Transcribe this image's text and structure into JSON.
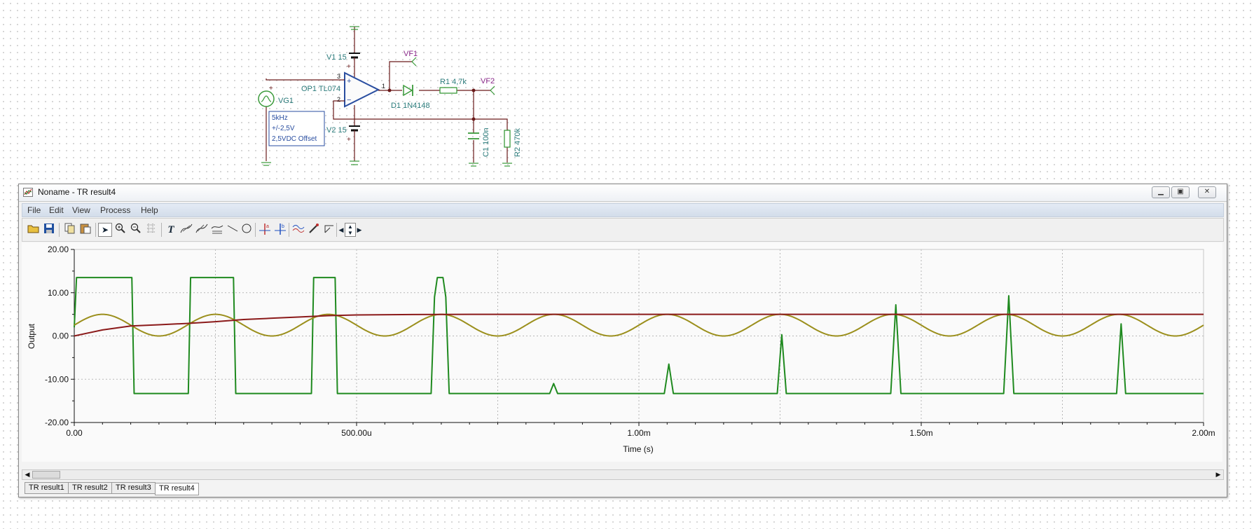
{
  "schematic": {
    "v1_label": "V1 15",
    "v2_label": "V2 15",
    "vf1_label": "VF1",
    "vf2_label": "VF2",
    "opamp_label": "OP1 TL074",
    "vg1_label": "VG1",
    "r1_label": "R1 4,7k",
    "d1_label": "D1 1N4148",
    "c1_label": "C1 100n",
    "r2_label": "R2 470k",
    "pin_3": "3",
    "pin_2": "2",
    "pin_1": "1",
    "plus": "+",
    "generator_note": [
      "5kHz",
      "+/-2,5V",
      "2,5VDC Offset"
    ]
  },
  "window": {
    "title": "Noname - TR result4",
    "menu": [
      "File",
      "Edit",
      "View",
      "Process",
      "Help"
    ],
    "toolbar_icons": [
      "open-icon",
      "save-icon",
      "copy-icon",
      "paste-icon",
      "pointer-icon",
      "zoom-in-icon",
      "zoom-out-icon",
      "grid-icon",
      "text-icon",
      "curve-icon",
      "curve-edit-icon",
      "curve-label-icon",
      "line-icon",
      "circle-icon",
      "cursor-a-icon",
      "cursor-b-icon",
      "wave-icon",
      "pen-icon",
      "axis-icon",
      "arrow-left-icon",
      "arrow-updown-icon",
      "arrow-right-icon"
    ]
  },
  "tabs": [
    {
      "label": "TR result1",
      "active": false
    },
    {
      "label": "TR result2",
      "active": false
    },
    {
      "label": "TR result3",
      "active": false
    },
    {
      "label": "TR result4",
      "active": true
    }
  ],
  "colors": {
    "output_square": "#1f8a1f",
    "input_sine": "#9b8f1c",
    "capacitor_voltage": "#8b1a1a",
    "grid": "#b7b7b7",
    "schematic_wire": "#6a1a1a",
    "schematic_blue": "#2a4ea0",
    "schematic_green": "#3a9a3a",
    "schematic_label": "#2a7a7a",
    "probe_label": "#8a2a8a"
  },
  "chart_data": {
    "type": "line",
    "xlabel": "Time (s)",
    "ylabel": "Output",
    "xlim": [
      0,
      0.002
    ],
    "ylim": [
      -20,
      20
    ],
    "x_ticks": [
      {
        "v": 0,
        "t": "0.00"
      },
      {
        "v": 0.0005,
        "t": "500.00u"
      },
      {
        "v": 0.001,
        "t": "1.00m"
      },
      {
        "v": 0.0015,
        "t": "1.50m"
      },
      {
        "v": 0.002,
        "t": "2.00m"
      }
    ],
    "y_ticks": [
      {
        "v": 20,
        "t": "20.00"
      },
      {
        "v": 10,
        "t": "10.00"
      },
      {
        "v": 0,
        "t": "0.00"
      },
      {
        "v": -10,
        "t": "-10.00"
      },
      {
        "v": -20,
        "t": "-20.00"
      }
    ],
    "grid": true,
    "series": [
      {
        "color": "#1f8a1f",
        "points": [
          [
            0,
            2
          ],
          [
            4e-06,
            13.5
          ],
          [
            0.000102,
            13.5
          ],
          [
            0.000106,
            -13.3
          ],
          [
            0.000202,
            -13.3
          ],
          [
            0.000206,
            13.5
          ],
          [
            0.000282,
            13.5
          ],
          [
            0.000286,
            -13.3
          ],
          [
            0.00042,
            -13.3
          ],
          [
            0.000424,
            13.5
          ],
          [
            0.000462,
            13.5
          ],
          [
            0.000466,
            -13.3
          ],
          [
            0.000632,
            -13.3
          ],
          [
            0.000638,
            9
          ],
          [
            0.000643,
            13.5
          ],
          [
            0.000653,
            13.5
          ],
          [
            0.000658,
            9
          ],
          [
            0.000664,
            -13.3
          ],
          [
            0.000842,
            -13.3
          ],
          [
            0.000849,
            -11
          ],
          [
            0.000856,
            -13.3
          ],
          [
            0.001045,
            -13.3
          ],
          [
            0.001053,
            -6.5
          ],
          [
            0.001061,
            -13.3
          ],
          [
            0.001245,
            -13.3
          ],
          [
            0.001253,
            0.3
          ],
          [
            0.001261,
            -13.3
          ],
          [
            0.001446,
            -13.3
          ],
          [
            0.001455,
            7.2
          ],
          [
            0.001464,
            -13.3
          ],
          [
            0.001646,
            -13.3
          ],
          [
            0.001655,
            9.3
          ],
          [
            0.001664,
            -13.3
          ],
          [
            0.001846,
            -13.3
          ],
          [
            0.001854,
            2.8
          ],
          [
            0.001862,
            -13.3
          ],
          [
            0.002,
            -13.3
          ]
        ]
      },
      {
        "color": "#9b8f1c",
        "sine": {
          "freq": 5000,
          "amplitude": 2.5,
          "offset": 2.5,
          "phase_deg": 0
        }
      },
      {
        "color": "#8b1a1a",
        "points": [
          [
            0,
            0
          ],
          [
            5e-05,
            1.4
          ],
          [
            0.0001,
            2.3
          ],
          [
            0.00015,
            2.6
          ],
          [
            0.0002,
            2.9
          ],
          [
            0.00025,
            3.3
          ],
          [
            0.0003,
            3.8
          ],
          [
            0.00035,
            4.1
          ],
          [
            0.0004,
            4.4
          ],
          [
            0.00045,
            4.7
          ],
          [
            0.0005,
            4.85
          ],
          [
            0.0006,
            4.95
          ],
          [
            0.0007,
            5.0
          ],
          [
            0.002,
            5.0
          ]
        ]
      }
    ]
  }
}
